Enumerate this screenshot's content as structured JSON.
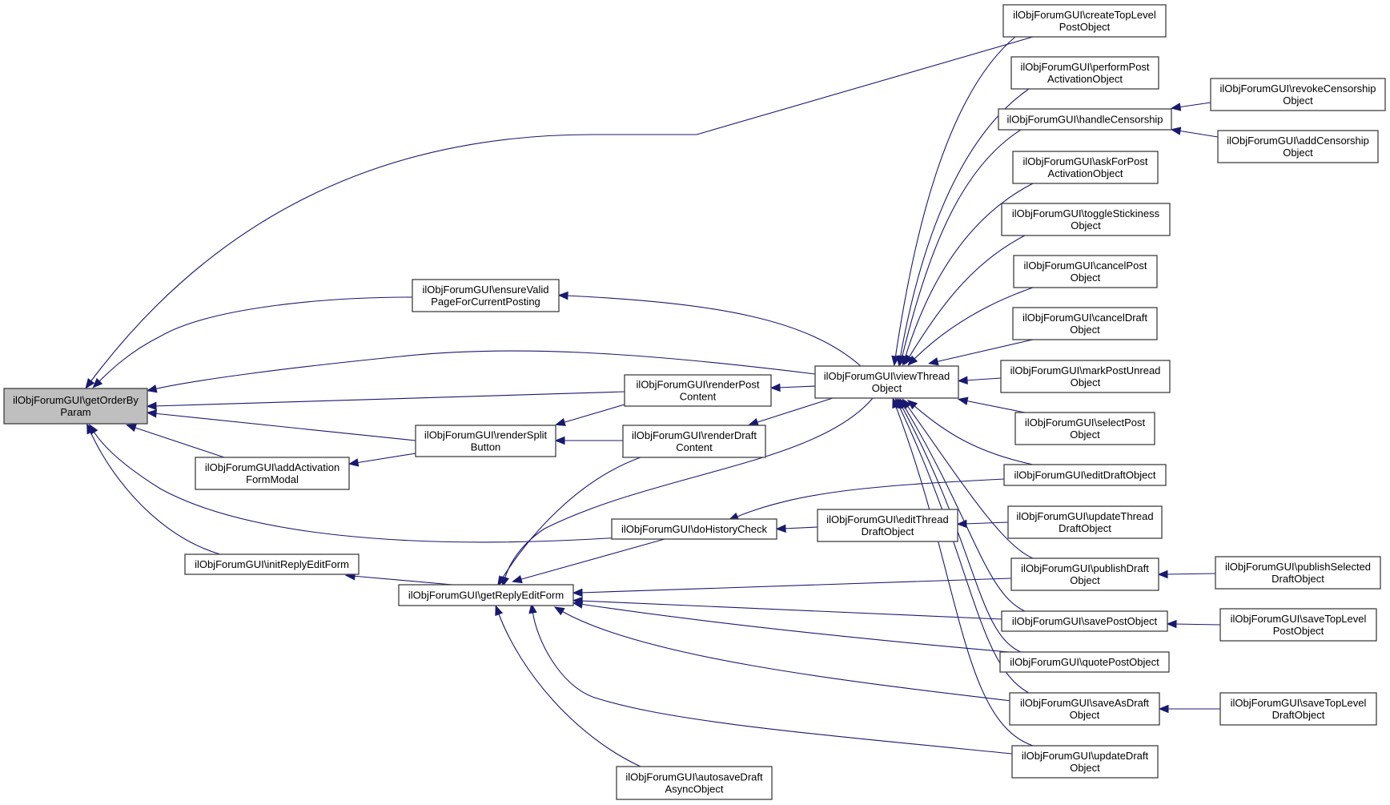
{
  "diagram": {
    "type": "call-graph",
    "title": "Caller graph of ilObjForumGUI\\getOrderByParam",
    "colors": {
      "edge": "#191970",
      "node_border": "#404040",
      "node_fill": "#ffffff",
      "current_node_fill": "#bfbfbf"
    },
    "nodes": [
      {
        "id": "getOrderByParam",
        "lines": [
          "ilObjForumGUI\\getOrderBy",
          "Param"
        ],
        "current": true
      },
      {
        "id": "ensureValidPageForCurrentPosting",
        "lines": [
          "ilObjForumGUI\\ensureValid",
          "PageForCurrentPosting"
        ]
      },
      {
        "id": "renderPostContent",
        "lines": [
          "ilObjForumGUI\\renderPost",
          "Content"
        ]
      },
      {
        "id": "renderSplitButton",
        "lines": [
          "ilObjForumGUI\\renderSplit",
          "Button"
        ]
      },
      {
        "id": "renderDraftContent",
        "lines": [
          "ilObjForumGUI\\renderDraft",
          "Content"
        ]
      },
      {
        "id": "addActivationFormModal",
        "lines": [
          "ilObjForumGUI\\addActivation",
          "FormModal"
        ]
      },
      {
        "id": "initReplyEditForm",
        "lines": [
          "ilObjForumGUI\\initReplyEditForm"
        ]
      },
      {
        "id": "getReplyEditForm",
        "lines": [
          "ilObjForumGUI\\getReplyEditForm"
        ]
      },
      {
        "id": "doHistoryCheck",
        "lines": [
          "ilObjForumGUI\\doHistoryCheck"
        ]
      },
      {
        "id": "editThreadDraftObject",
        "lines": [
          "ilObjForumGUI\\editThread",
          "DraftObject"
        ]
      },
      {
        "id": "viewThreadObject",
        "lines": [
          "ilObjForumGUI\\viewThread",
          "Object"
        ]
      },
      {
        "id": "autosaveDraftAsyncObject",
        "lines": [
          "ilObjForumGUI\\autosaveDraft",
          "AsyncObject"
        ]
      },
      {
        "id": "createTopLevelPostObject",
        "lines": [
          "ilObjForumGUI\\createTopLevel",
          "PostObject"
        ]
      },
      {
        "id": "performPostActivationObject",
        "lines": [
          "ilObjForumGUI\\performPost",
          "ActivationObject"
        ]
      },
      {
        "id": "handleCensorship",
        "lines": [
          "ilObjForumGUI\\handleCensorship"
        ]
      },
      {
        "id": "askForPostActivationObject",
        "lines": [
          "ilObjForumGUI\\askForPost",
          "ActivationObject"
        ]
      },
      {
        "id": "toggleStickinessObject",
        "lines": [
          "ilObjForumGUI\\toggleStickiness",
          "Object"
        ]
      },
      {
        "id": "cancelPostObject",
        "lines": [
          "ilObjForumGUI\\cancelPost",
          "Object"
        ]
      },
      {
        "id": "cancelDraftObject",
        "lines": [
          "ilObjForumGUI\\cancelDraft",
          "Object"
        ]
      },
      {
        "id": "markPostUnreadObject",
        "lines": [
          "ilObjForumGUI\\markPostUnread",
          "Object"
        ]
      },
      {
        "id": "selectPostObject",
        "lines": [
          "ilObjForumGUI\\selectPost",
          "Object"
        ]
      },
      {
        "id": "editDraftObject",
        "lines": [
          "ilObjForumGUI\\editDraftObject"
        ]
      },
      {
        "id": "updateThreadDraftObject",
        "lines": [
          "ilObjForumGUI\\updateThread",
          "DraftObject"
        ]
      },
      {
        "id": "publishDraftObject",
        "lines": [
          "ilObjForumGUI\\publishDraft",
          "Object"
        ]
      },
      {
        "id": "savePostObject",
        "lines": [
          "ilObjForumGUI\\savePostObject"
        ]
      },
      {
        "id": "quotePostObject",
        "lines": [
          "ilObjForumGUI\\quotePostObject"
        ]
      },
      {
        "id": "saveAsDraftObject",
        "lines": [
          "ilObjForumGUI\\saveAsDraft",
          "Object"
        ]
      },
      {
        "id": "updateDraftObject",
        "lines": [
          "ilObjForumGUI\\updateDraft",
          "Object"
        ]
      },
      {
        "id": "revokeCensorshipObject",
        "lines": [
          "ilObjForumGUI\\revokeCensorship",
          "Object"
        ]
      },
      {
        "id": "addCensorshipObject",
        "lines": [
          "ilObjForumGUI\\addCensorship",
          "Object"
        ]
      },
      {
        "id": "publishSelectedDraftObject",
        "lines": [
          "ilObjForumGUI\\publishSelected",
          "DraftObject"
        ]
      },
      {
        "id": "saveTopLevelPostObject",
        "lines": [
          "ilObjForumGUI\\saveTopLevel",
          "PostObject"
        ]
      },
      {
        "id": "saveTopLevelDraftObject",
        "lines": [
          "ilObjForumGUI\\saveTopLevel",
          "DraftObject"
        ]
      }
    ],
    "edges": [
      {
        "from": "createTopLevelPostObject",
        "to": "getOrderByParam"
      },
      {
        "from": "ensureValidPageForCurrentPosting",
        "to": "getOrderByParam"
      },
      {
        "from": "viewThreadObject",
        "to": "getOrderByParam"
      },
      {
        "from": "renderPostContent",
        "to": "getOrderByParam"
      },
      {
        "from": "renderSplitButton",
        "to": "getOrderByParam"
      },
      {
        "from": "addActivationFormModal",
        "to": "getOrderByParam"
      },
      {
        "from": "doHistoryCheck",
        "to": "getOrderByParam"
      },
      {
        "from": "initReplyEditForm",
        "to": "getOrderByParam"
      },
      {
        "from": "viewThreadObject",
        "to": "ensureValidPageForCurrentPosting"
      },
      {
        "from": "viewThreadObject",
        "to": "renderPostContent"
      },
      {
        "from": "viewThreadObject",
        "to": "renderDraftContent"
      },
      {
        "from": "renderPostContent",
        "to": "renderSplitButton"
      },
      {
        "from": "renderDraftContent",
        "to": "renderSplitButton"
      },
      {
        "from": "renderSplitButton",
        "to": "addActivationFormModal"
      },
      {
        "from": "getReplyEditForm",
        "to": "initReplyEditForm"
      },
      {
        "from": "renderDraftContent",
        "to": "getReplyEditForm"
      },
      {
        "from": "viewThreadObject",
        "to": "getReplyEditForm"
      },
      {
        "from": "doHistoryCheck",
        "to": "getReplyEditForm"
      },
      {
        "from": "publishDraftObject",
        "to": "getReplyEditForm"
      },
      {
        "from": "savePostObject",
        "to": "getReplyEditForm"
      },
      {
        "from": "quotePostObject",
        "to": "getReplyEditForm"
      },
      {
        "from": "saveAsDraftObject",
        "to": "getReplyEditForm"
      },
      {
        "from": "updateDraftObject",
        "to": "getReplyEditForm"
      },
      {
        "from": "autosaveDraftAsyncObject",
        "to": "getReplyEditForm"
      },
      {
        "from": "editDraftObject",
        "to": "doHistoryCheck"
      },
      {
        "from": "editThreadDraftObject",
        "to": "doHistoryCheck"
      },
      {
        "from": "updateThreadDraftObject",
        "to": "editThreadDraftObject"
      },
      {
        "from": "createTopLevelPostObject",
        "to": "viewThreadObject"
      },
      {
        "from": "performPostActivationObject",
        "to": "viewThreadObject"
      },
      {
        "from": "handleCensorship",
        "to": "viewThreadObject"
      },
      {
        "from": "askForPostActivationObject",
        "to": "viewThreadObject"
      },
      {
        "from": "toggleStickinessObject",
        "to": "viewThreadObject"
      },
      {
        "from": "cancelPostObject",
        "to": "viewThreadObject"
      },
      {
        "from": "cancelDraftObject",
        "to": "viewThreadObject"
      },
      {
        "from": "markPostUnreadObject",
        "to": "viewThreadObject"
      },
      {
        "from": "selectPostObject",
        "to": "viewThreadObject"
      },
      {
        "from": "editDraftObject",
        "to": "viewThreadObject"
      },
      {
        "from": "publishDraftObject",
        "to": "viewThreadObject"
      },
      {
        "from": "savePostObject",
        "to": "viewThreadObject"
      },
      {
        "from": "quotePostObject",
        "to": "viewThreadObject"
      },
      {
        "from": "saveAsDraftObject",
        "to": "viewThreadObject"
      },
      {
        "from": "updateDraftObject",
        "to": "viewThreadObject"
      },
      {
        "from": "revokeCensorshipObject",
        "to": "handleCensorship"
      },
      {
        "from": "addCensorshipObject",
        "to": "handleCensorship"
      },
      {
        "from": "publishSelectedDraftObject",
        "to": "publishDraftObject"
      },
      {
        "from": "saveTopLevelPostObject",
        "to": "savePostObject"
      },
      {
        "from": "saveTopLevelDraftObject",
        "to": "saveAsDraftObject"
      }
    ]
  }
}
